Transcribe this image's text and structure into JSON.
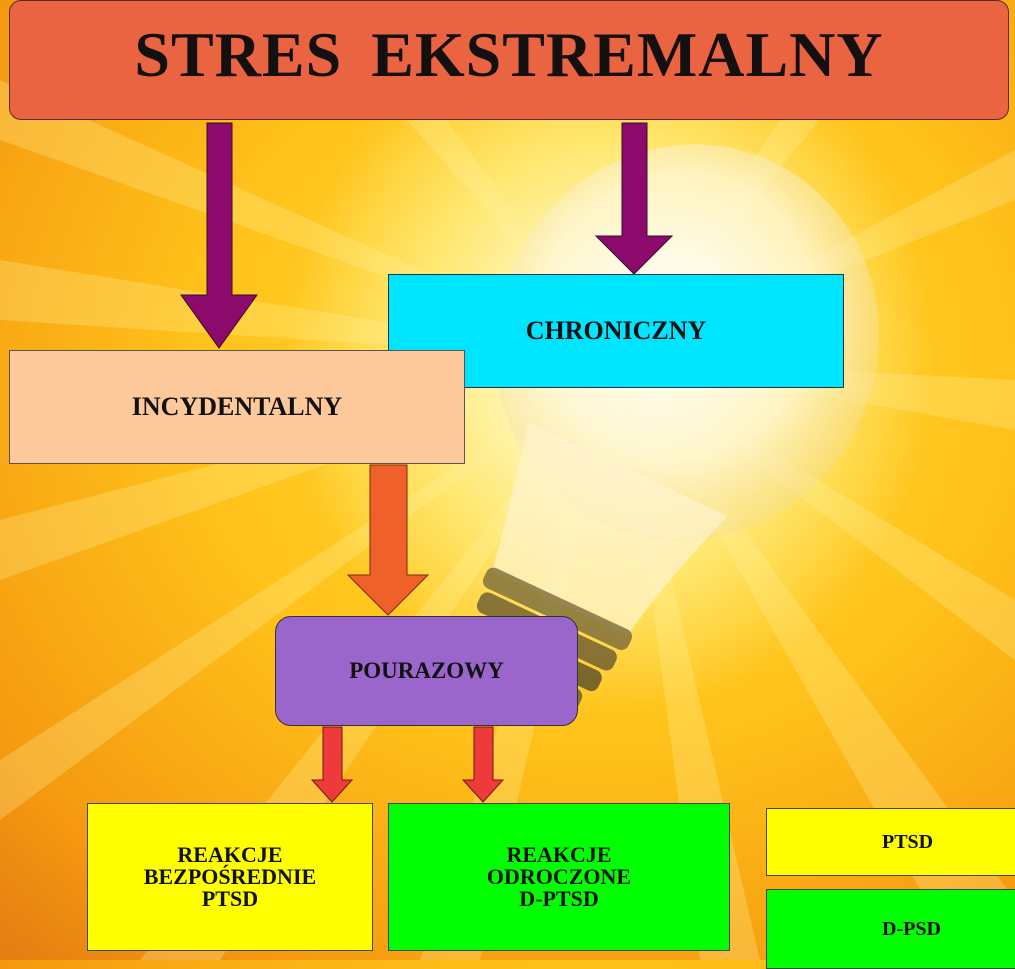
{
  "title": "STRES  EKSTREMALNY",
  "nodes": {
    "chroniczny": "CHRONICZNY",
    "incydentalny": "INCYDENTALNY",
    "pourazowy": "POURAZOWY",
    "reakcje_bezposrednie": [
      "REAKCJE",
      "BEZPOŚREDNIE",
      "PTSD"
    ],
    "reakcje_odroczone": [
      "REAKCJE",
      "ODROCZONE",
      "D-PTSD"
    ]
  },
  "legend": {
    "ptsd": "PTSD",
    "dpsd": "D-PSD"
  },
  "colors": {
    "title": "#ea6442",
    "chroniczny": "#00e5ff",
    "incydentalny": "#fec99a",
    "pourazowy": "#9b66cc",
    "yellow": "#ffff00",
    "green": "#00ff00",
    "arrow_purple": "#8b0a6b",
    "arrow_orange": "#f0602a",
    "arrow_red": "#ee3a3a"
  },
  "background": "light-bulb-icon"
}
